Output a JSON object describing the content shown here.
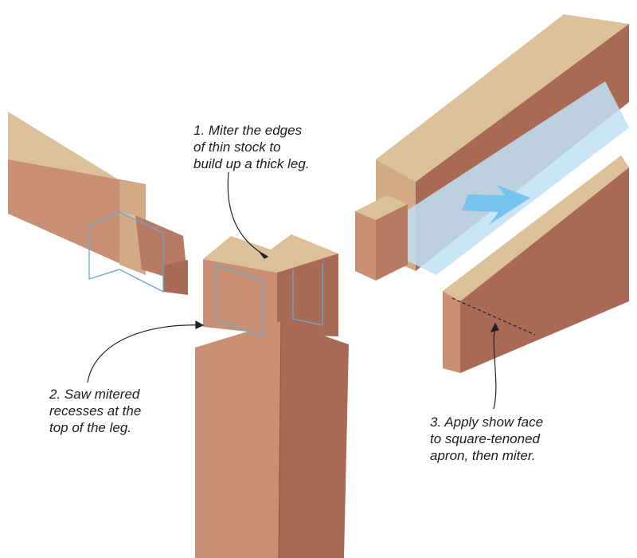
{
  "callouts": [
    {
      "number": "1",
      "lines": [
        "1. Miter the edges",
        "of thin stock to",
        "build up a thick leg."
      ]
    },
    {
      "number": "2",
      "lines": [
        "2. Saw mitered",
        "recesses at the",
        "top of the leg."
      ]
    },
    {
      "number": "3",
      "lines": [
        "3. Apply show face",
        "to square-tenoned",
        "apron, then miter."
      ]
    }
  ],
  "colors": {
    "wood_end_grain": "#dcc09a",
    "wood_face": "#c98f74",
    "wood_dark_face": "#a86a55",
    "layout_lines": "#63a9d8",
    "show_face_overlay": "#bfe0f4",
    "arrow": "#74c4ef",
    "leader_lines": "#222222"
  },
  "icons": [
    "direction-arrow-icon"
  ]
}
